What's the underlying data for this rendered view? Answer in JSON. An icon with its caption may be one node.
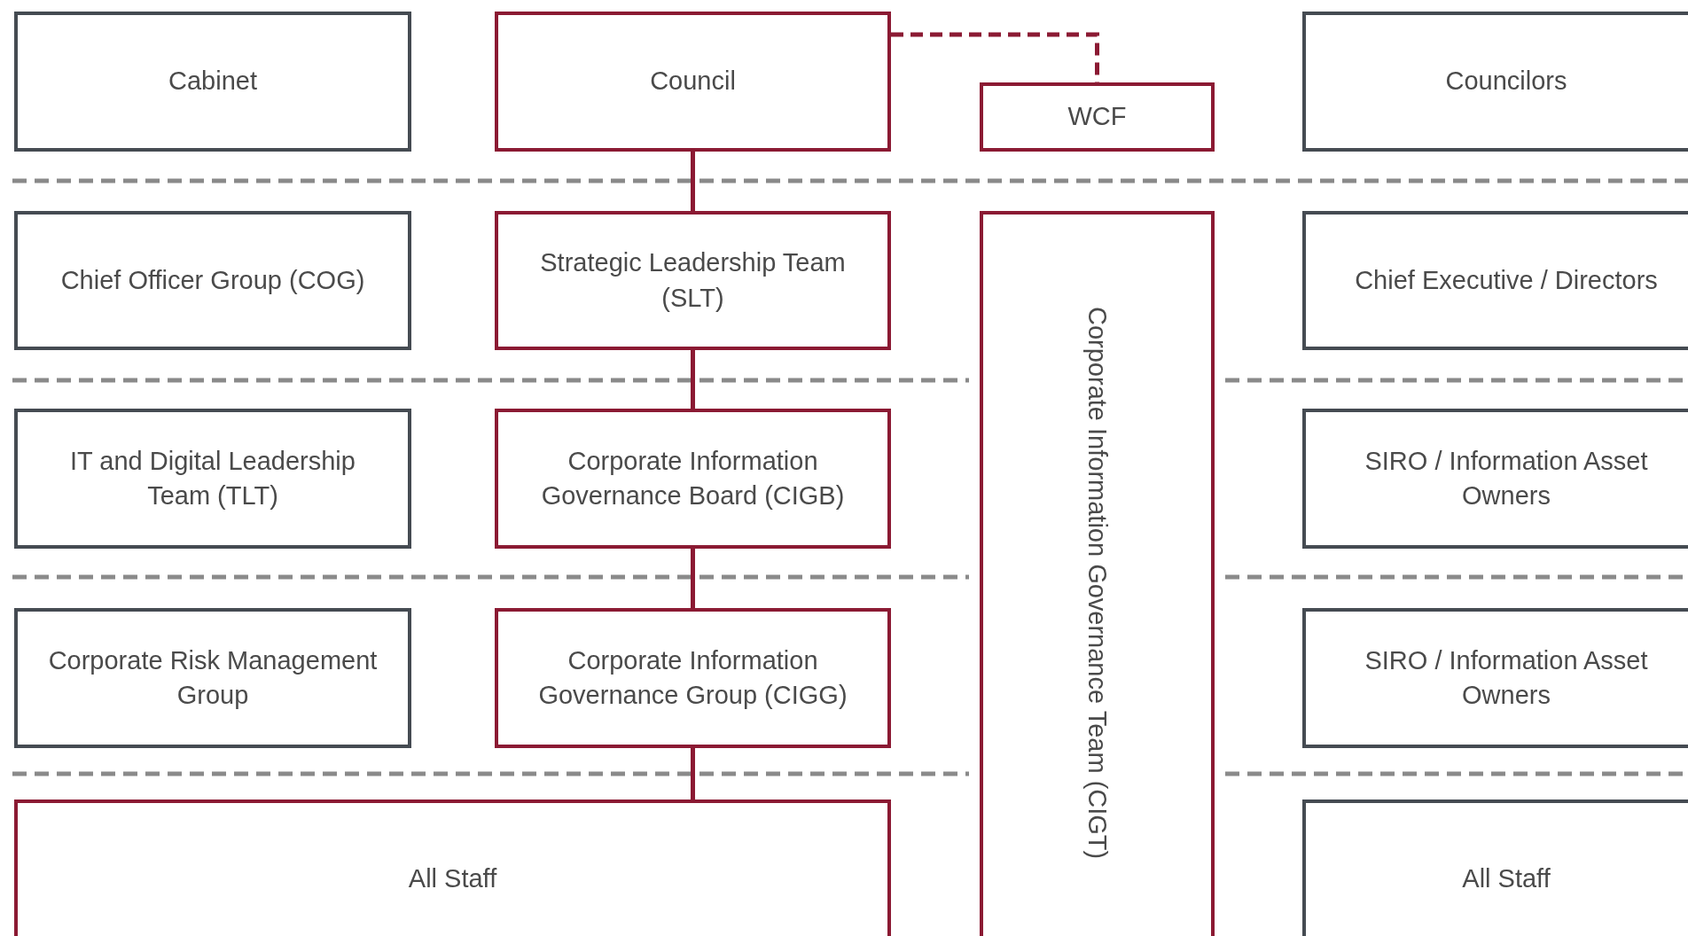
{
  "diagram": {
    "nodes": [
      {
        "text": [
          "Cabinet"
        ]
      },
      {
        "text": [
          "Council"
        ]
      },
      {
        "text": [
          "WCF"
        ]
      },
      {
        "text": [
          "Councilors"
        ]
      },
      {
        "text": [
          "Chief Officer Group (COG)"
        ]
      },
      {
        "text": [
          "Strategic Leadership Team (SLT)"
        ]
      },
      {
        "text": [
          "Corporate Information Governance Team (CIGT)"
        ]
      },
      {
        "text": [
          "Chief Executive / Directors"
        ]
      },
      {
        "text": [
          "IT and Digital Leadership Team (TLT)"
        ]
      },
      {
        "text": [
          "Corporate Information Governance Board (CIGB)"
        ]
      },
      {
        "text": [
          "SIRO / Information Asset Owners"
        ]
      },
      {
        "text": [
          "Corporate Risk Management Group"
        ]
      },
      {
        "text": [
          "Corporate Information Governance Group (CIGG)"
        ]
      },
      {
        "text": [
          "SIRO / Information Asset Owners"
        ]
      },
      {
        "text": [
          "All Staff"
        ]
      },
      {
        "text": [
          "All Staff"
        ]
      }
    ],
    "edges": [
      {
        "from": 1,
        "to": 2,
        "arrow": "none",
        "style": "dashed"
      },
      {
        "from": 1,
        "to": 5,
        "arrow": "none"
      },
      {
        "from": 5,
        "to": 9,
        "arrow": "none"
      },
      {
        "from": 9,
        "to": 12,
        "arrow": "none"
      },
      {
        "from": 12,
        "to": 14,
        "arrow": "none"
      }
    ]
  }
}
